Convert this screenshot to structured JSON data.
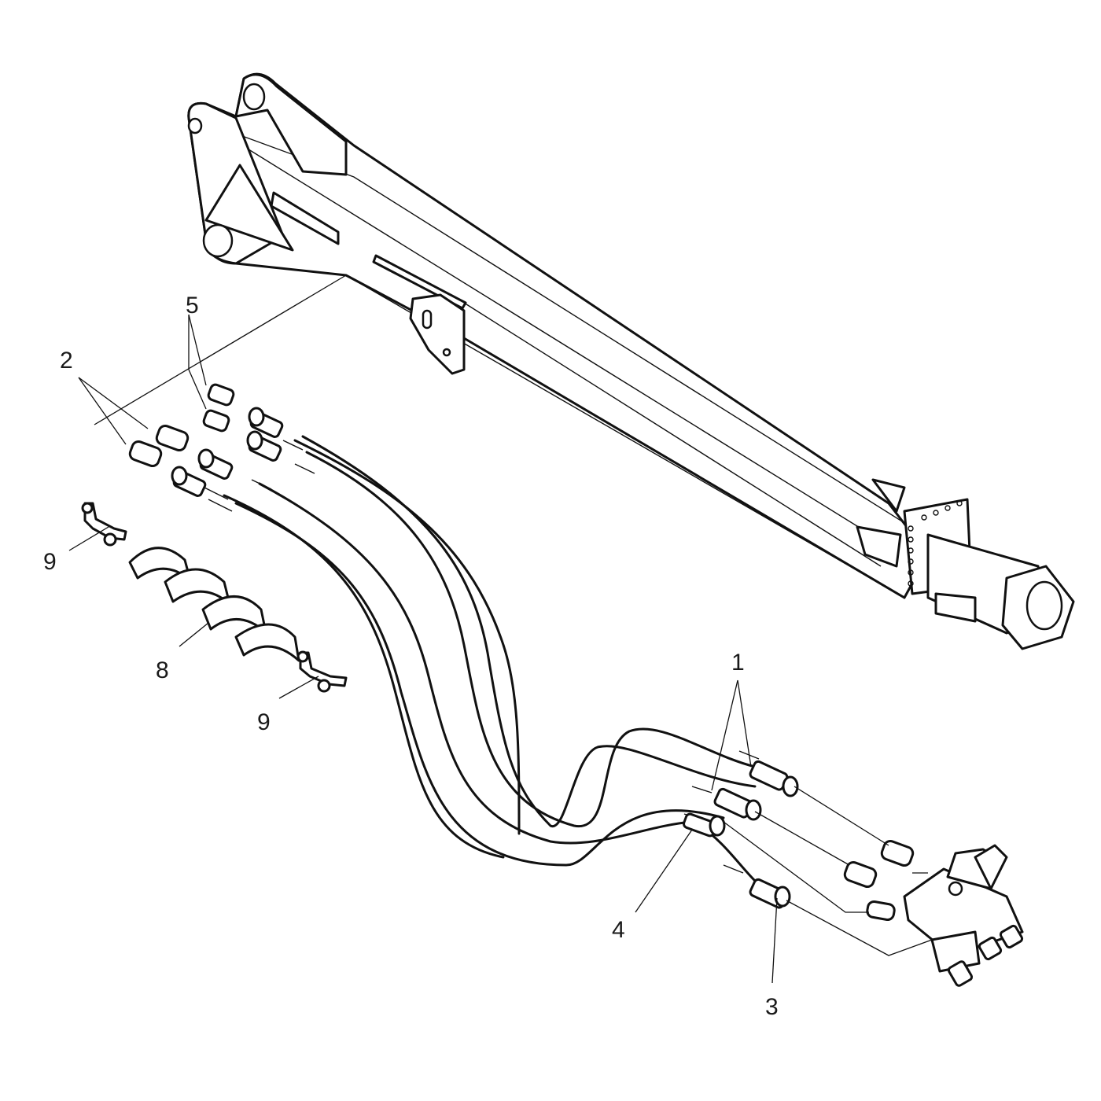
{
  "diagram": {
    "callouts": {
      "c1": "1",
      "c2": "2",
      "c3": "3",
      "c4": "4",
      "c5": "5",
      "c8": "8",
      "c9a": "9",
      "c9b": "9"
    }
  }
}
